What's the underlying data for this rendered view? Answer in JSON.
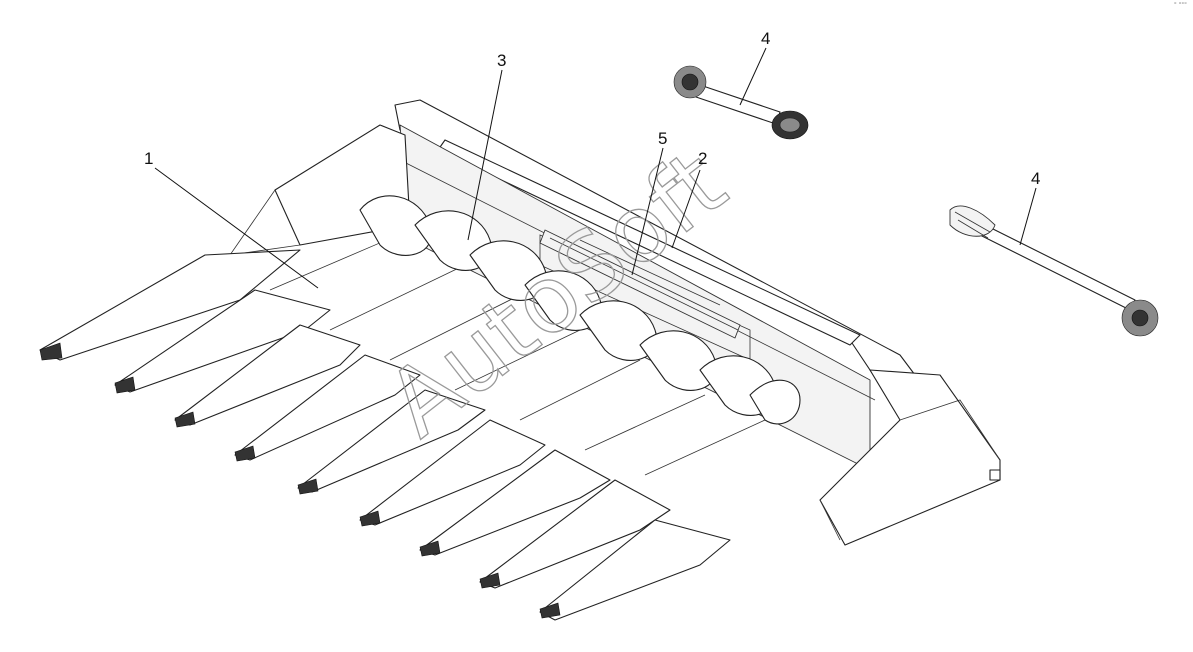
{
  "diagram": {
    "callouts": [
      {
        "label": "1"
      },
      {
        "label": "2"
      },
      {
        "label": "3"
      },
      {
        "label": "4"
      },
      {
        "label": "5"
      },
      {
        "label": "4"
      }
    ],
    "watermark": "AutoSoft",
    "corner_mark": "° °°°"
  }
}
